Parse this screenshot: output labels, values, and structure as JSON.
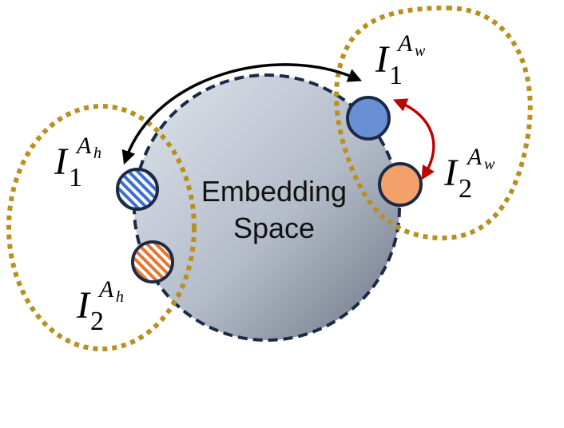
{
  "embedding_space": {
    "line1": "Embedding",
    "line2": "Space"
  },
  "labels": {
    "i1_ah": {
      "base": "I",
      "sub": "1",
      "sup_main": "A",
      "sup_sub": "h"
    },
    "i2_ah": {
      "base": "I",
      "sub": "2",
      "sup_main": "A",
      "sup_sub": "h"
    },
    "i1_aw": {
      "base": "I",
      "sub": "1",
      "sup_main": "A",
      "sup_sub": "w"
    },
    "i2_aw": {
      "base": "I",
      "sub": "2",
      "sup_main": "A",
      "sup_sub": "w"
    }
  },
  "colors": {
    "group_ellipse": "#b8901f",
    "space_fill_light": "#d3d9e3",
    "space_fill_dark": "#7d8594",
    "space_stroke": "#1c2a48",
    "blue_node": "#6a8fd4",
    "orange_node": "#f4a06a",
    "hatch_blue": "#3a6fd1",
    "hatch_orange": "#e8752e",
    "black_arrow": "#000000",
    "red_arrow": "#c00000"
  }
}
